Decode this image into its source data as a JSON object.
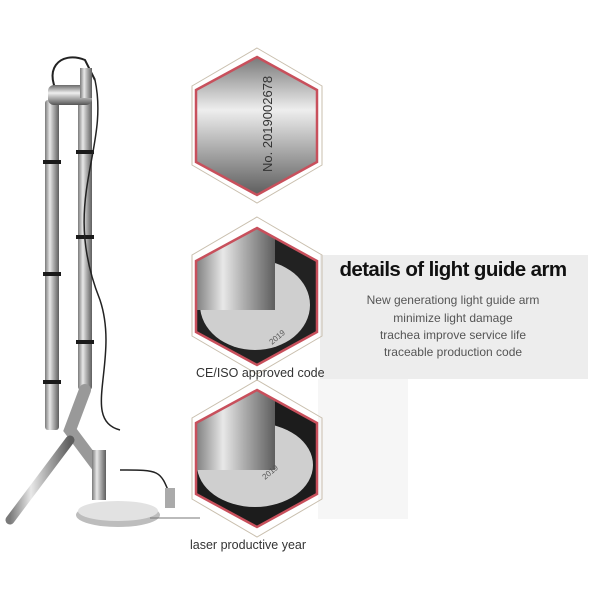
{
  "details": {
    "title": "details of light guide arm",
    "lines": [
      "New generationg light guide arm",
      "minimize light damage",
      "trachea improve service life",
      "traceable production code"
    ]
  },
  "captions": {
    "ce_iso": "CE/ISO approved code",
    "production_year": "laser productive year"
  },
  "hex_images": {
    "serial_code": "No. 2019002678",
    "year_mark": "2019"
  },
  "colors": {
    "hex_border": "#c8505c",
    "hex_outline": "#c9bfae",
    "panel": "#ededed"
  }
}
